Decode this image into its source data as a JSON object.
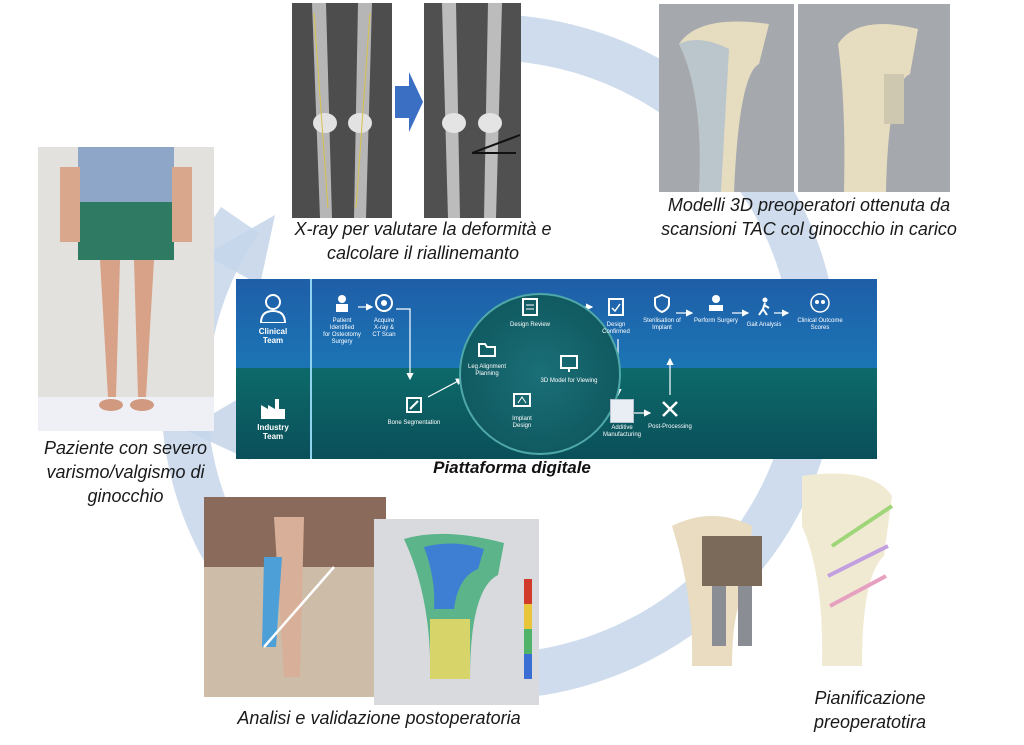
{
  "captions": {
    "xray": [
      "X-ray per valutare la deformità e",
      "calcolare il riallinemanto"
    ],
    "models3d": [
      "Modelli 3D preoperatori ottenuta da",
      "scansioni TAC col ginocchio in carico"
    ],
    "patient": [
      "Paziente con severo",
      "varismo/valgismo di",
      "ginocchio"
    ],
    "postop": [
      "Analisi e validazione postoperatoria"
    ],
    "planning": [
      "Pianificazione",
      "preoperatotira"
    ],
    "platform": "Piattaforma  digitale"
  },
  "panel": {
    "clinical_team": [
      "Clinical",
      "Team"
    ],
    "industry_team": [
      "Industry",
      "Team"
    ],
    "steps": {
      "patient": [
        "Patient",
        "Identified",
        "for Osteotomy",
        "Surgery"
      ],
      "acquire": [
        "Acquire",
        "X-ray &",
        "CT Scan"
      ],
      "design_review": "Design Review",
      "leg_alignment": [
        "Leg Alignment",
        "Planning"
      ],
      "model_3d": "3D Model for Viewing",
      "implant_design": [
        "Implant",
        "Design"
      ],
      "bone_segmentation": "Bone Segmentation",
      "design_confirmed": [
        "Design",
        "Confirmed"
      ],
      "sterilisation": [
        "Sterilisation of",
        "Implant"
      ],
      "perform_surgery": "Perform Surgery",
      "gait_analysis": "Gait Analysis",
      "clinical_outcome": [
        "Clinical Outcome",
        "Scores"
      ],
      "additive": [
        "Additive",
        "Manufacturing"
      ],
      "post_processing": "Post-Processing"
    }
  },
  "colors": {
    "ring": "#b9cde6",
    "panel_top": "#1b6fb3",
    "panel_bottom": "#0c5a62",
    "accent_line": "#8fd3ee"
  }
}
